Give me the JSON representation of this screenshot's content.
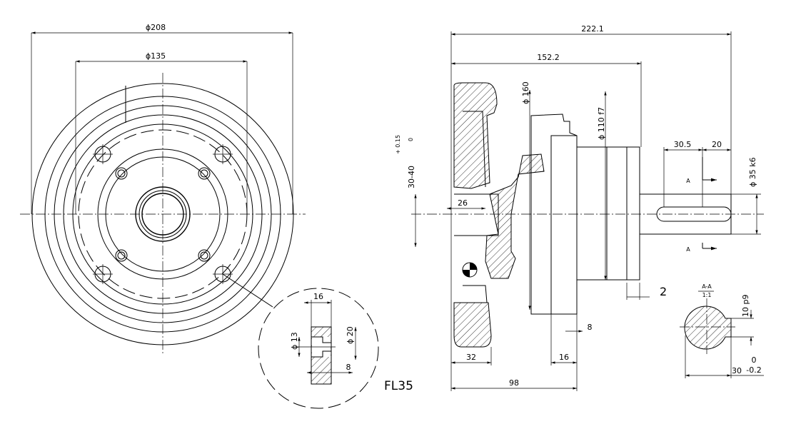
{
  "model": "FL35",
  "front_view": {
    "outer_diameter": "ϕ208",
    "bolt_circle_diameter": "ϕ135"
  },
  "side_view": {
    "overall_length": "222.1",
    "flange_length": "152.2",
    "handwheel_diameter": "ϕ 160",
    "pilot_diameter": "ϕ 110  f7",
    "shaft_diameter": "ϕ 35  k6",
    "bore_range": "30-40",
    "bore_tolerance_upper": "+ 0.15",
    "bore_tolerance_lower": "0",
    "hub_length": "26",
    "keyway_offset": "30.5",
    "keyway_length": "20",
    "pilot_depth": "2",
    "flange_thickness": "8",
    "flange_width": "16",
    "wheel_width": "32",
    "mounting_length": "98",
    "section_mark": "A"
  },
  "detail_view": {
    "counterbore_width": "16",
    "counterbore_diameter": "ϕ 20",
    "hole_diameter": "ϕ 13",
    "counterbore_depth": "8"
  },
  "section_view": {
    "title": "A-A",
    "scale": "1:1",
    "key_width": "10  p9",
    "key_depth": "30",
    "tolerance_upper": "0",
    "tolerance_lower": "-0.2"
  }
}
